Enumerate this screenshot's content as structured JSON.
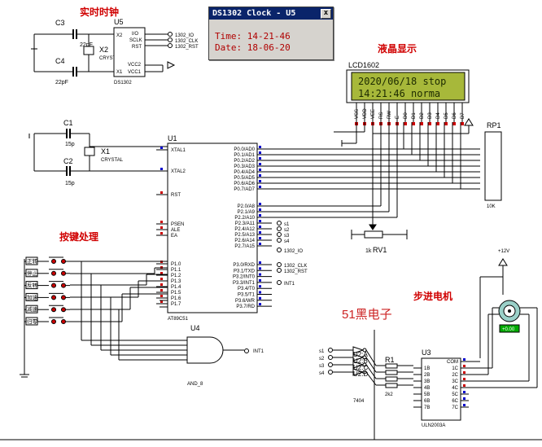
{
  "popup": {
    "title": "DS1302 Clock - U5",
    "close_glyph": "x",
    "time_label": "Time:",
    "time_value": "14-21-46",
    "date_label": "Date:",
    "date_value": "18-06-20"
  },
  "labels": {
    "rtc": "实时时钟",
    "lcd": "液晶显示",
    "keys": "按键处理",
    "stepper": "步进电机",
    "brand": "51黑电子"
  },
  "lcd": {
    "name": "LCD1602",
    "line1": "2020/06/18 stop",
    "line2": "14:21:46   norma",
    "pins": [
      "VSS",
      "VDD",
      "VEE",
      "RS",
      "RW",
      "E",
      "D0",
      "D1",
      "D2",
      "D3",
      "D4",
      "D5",
      "D6",
      "D7"
    ]
  },
  "parts": {
    "c3": "C3",
    "c3v": "22pF",
    "c4": "C4",
    "c4v": "22pF",
    "x2": "X2",
    "x2t": "CRYSTAL",
    "u5": "U5",
    "u5t": "DS1302",
    "u5_pins_left": [
      "X2",
      "X1"
    ],
    "u5_pins_right": [
      "I/O",
      "SCLK",
      "RST",
      "VCC2",
      "VCC1"
    ],
    "u5_nets": [
      "1302_IO",
      "1302_CLK",
      "1302_RST"
    ],
    "c1": "C1",
    "c1v": "15p",
    "c2": "C2",
    "c2v": "15p",
    "x1": "X1",
    "x1t": "CRYSTAL",
    "u1": "U1",
    "u1t": "AT89C51",
    "u1_left": [
      "XTAL1",
      "XTAL2",
      "RST",
      "PSEN",
      "ALE",
      "EA",
      "P1.0",
      "P1.1",
      "P1.2",
      "P1.3",
      "P1.4",
      "P1.5",
      "P1.6",
      "P1.7"
    ],
    "u1_right_p0": [
      "P0.0/AD0",
      "P0.1/AD1",
      "P0.2/AD2",
      "P0.3/AD3",
      "P0.4/AD4",
      "P0.5/AD5",
      "P0.6/AD6",
      "P0.7/AD7"
    ],
    "u1_right_p2": [
      "P2.0/A8",
      "P2.1/A9",
      "P2.2/A10",
      "P2.3/A11",
      "P2.4/A12",
      "P2.5/A13",
      "P2.6/A14",
      "P2.7/A15"
    ],
    "u1_right_p3": [
      "P3.0/RXD",
      "P3.1/TXD",
      "P3.2/INT0",
      "P3.3/INT1",
      "P3.4/T0",
      "P3.5/T1",
      "P3.6/WR",
      "P3.7/RD"
    ],
    "p2_nets": [
      "s1",
      "s2",
      "s3",
      "s4",
      "1302_IO"
    ],
    "p3_nets": [
      "1302_CLK",
      "1302_RST",
      "INT1"
    ],
    "rp1": "RP1",
    "rp1v": "10K",
    "rv1": "RV1",
    "rv1v": "1k",
    "u4": "U4",
    "u4t": "AND_8",
    "u4_out": "INT1",
    "keys": [
      "正转",
      "停止",
      "反转",
      "加速",
      "减速",
      "归零"
    ],
    "u2a": "U2:A",
    "u2b": "U2:B",
    "u2c": "U2:C",
    "u2d": "U2:D",
    "u2t": "7404",
    "r1": "R1",
    "r1v": "2k2",
    "u3": "U3",
    "u3t": "ULN2003A",
    "u3_left": [
      "1B",
      "2B",
      "3B",
      "4B",
      "5B",
      "6B",
      "7B"
    ],
    "u3_right": [
      "COM",
      "1C",
      "2C",
      "3C",
      "4C",
      "5C",
      "6C",
      "7C"
    ],
    "u2_in": [
      "s1",
      "s2",
      "s3",
      "s4"
    ],
    "supply": "+12V",
    "motor_value": "+0.00"
  }
}
